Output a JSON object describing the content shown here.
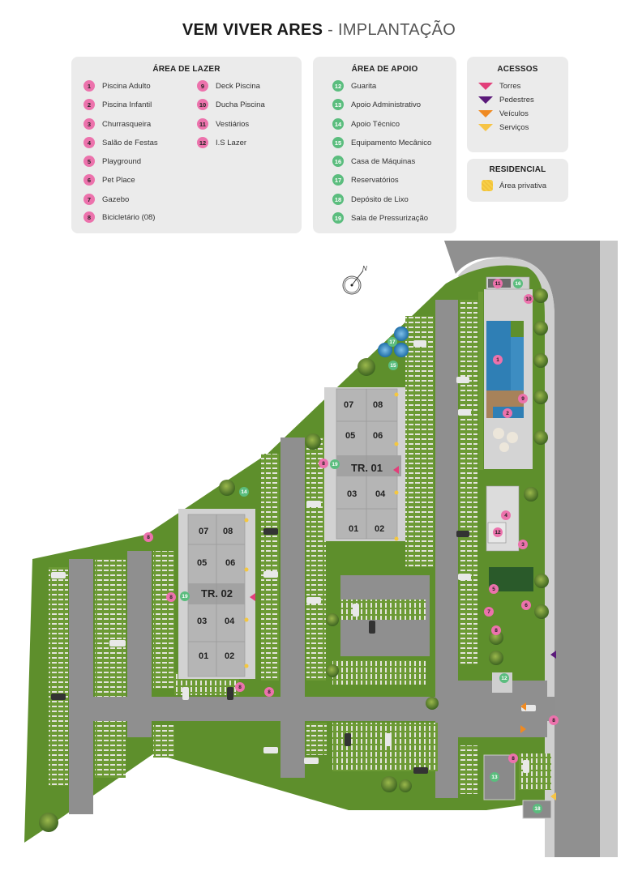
{
  "header": {
    "title_bold": "VEM VIVER ARES",
    "title_light": " - IMPLANTAÇÃO"
  },
  "legend": {
    "lazer": {
      "title": "ÁREA DE LAZER",
      "items": [
        {
          "num": "1",
          "label": "Piscina Adulto"
        },
        {
          "num": "2",
          "label": "Piscina Infantil"
        },
        {
          "num": "3",
          "label": "Churrasqueira"
        },
        {
          "num": "4",
          "label": "Salão de Festas"
        },
        {
          "num": "5",
          "label": "Playground"
        },
        {
          "num": "6",
          "label": "Pet Place"
        },
        {
          "num": "7",
          "label": "Gazebo"
        },
        {
          "num": "8",
          "label": "Bicicletário (08)"
        },
        {
          "num": "9",
          "label": "Deck Piscina"
        },
        {
          "num": "10",
          "label": "Ducha Piscina"
        },
        {
          "num": "11",
          "label": "Vestiários"
        },
        {
          "num": "12",
          "label": "I.S Lazer"
        }
      ]
    },
    "apoio": {
      "title": "ÁREA DE APOIO",
      "items": [
        {
          "num": "12",
          "label": "Guarita"
        },
        {
          "num": "13",
          "label": "Apoio Administrativo"
        },
        {
          "num": "14",
          "label": "Apoio Técnico"
        },
        {
          "num": "15",
          "label": "Equipamento Mecânico"
        },
        {
          "num": "16",
          "label": "Casa de Máquinas"
        },
        {
          "num": "17",
          "label": "Reservatórios"
        },
        {
          "num": "18",
          "label": "Depósito de Lixo"
        },
        {
          "num": "19",
          "label": "Sala de Pressurização"
        }
      ]
    },
    "acessos": {
      "title": "ACESSOS",
      "items": [
        {
          "label": "Torres",
          "color": "#e23f7a"
        },
        {
          "label": "Pedestres",
          "color": "#5b1a7a"
        },
        {
          "label": "Veículos",
          "color": "#ef8a22"
        },
        {
          "label": "Serviços",
          "color": "#f6c445"
        }
      ]
    },
    "residencial": {
      "title": "RESIDENCIAL",
      "items": [
        {
          "label": "Área privativa",
          "color": "#f4c73f"
        }
      ]
    }
  },
  "map": {
    "north": "N",
    "towers": [
      {
        "label": "TR. 01",
        "units": [
          "07",
          "08",
          "05",
          "06",
          "03",
          "04",
          "01",
          "02"
        ]
      },
      {
        "label": "TR. 02",
        "units": [
          "07",
          "08",
          "05",
          "06",
          "03",
          "04",
          "01",
          "02"
        ]
      }
    ],
    "markers": {
      "m11": "11",
      "m16": "16",
      "m10": "10",
      "m1": "1",
      "m9": "9",
      "m2": "2",
      "m17": "17",
      "m15": "15",
      "m8a": "8",
      "m19a": "19",
      "m14": "14",
      "m4": "4",
      "m12a": "12",
      "m3": "3",
      "m8b": "8",
      "m19b": "19",
      "m5": "5",
      "m6": "6",
      "m7": "7",
      "m8c": "8",
      "m8d": "8",
      "m8e": "8",
      "m12b": "12",
      "m8f": "8",
      "m8g": "8",
      "m13": "13",
      "m18": "18"
    }
  },
  "colors": {
    "pink": "#ec72ac",
    "green": "#5bbd7e",
    "grass": "#5e8f2c",
    "asphalt": "#8f8f8f",
    "sidewalk": "#c9c9c9",
    "building": "#b8b8b8",
    "pool": "#2f7fb5",
    "panel": "#ebebeb"
  }
}
